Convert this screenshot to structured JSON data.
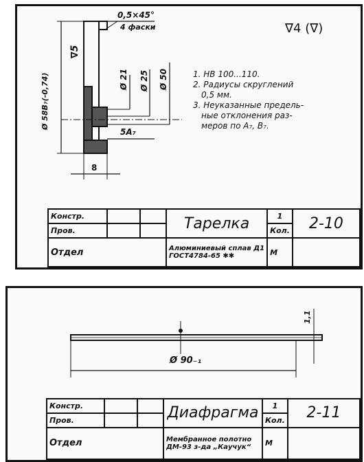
{
  "sheet1": {
    "surface_symbol": "∇4 (∇)",
    "chamfer": "0,5×45°",
    "chamfer_note": "4 фаски",
    "roughness_left": "∇5",
    "dim_main": "Ø 58B₇(-0,74)",
    "dim_21": "Ø 21",
    "dim_25": "Ø 25",
    "dim_50": "Ø 50",
    "dim_5a": "5A₇",
    "dim_8": "8",
    "notes": [
      "1. HB 100...110.",
      "2. Радиусы скруглений",
      "0,5 мм.",
      "3. Неуказанные предель-",
      "ные отклонения раз-",
      "меров по A₇, B₇."
    ],
    "title_block": {
      "konstr": "Констр.",
      "prov": "Пров.",
      "otdel": "Отдел",
      "name": "Тарелка",
      "qty": "1",
      "qty_label": "Кол.",
      "number": "2-10",
      "material_line1": "Алюминиевый сплав Д1",
      "material_line2": "ГОСТ4784-65 ✱✱",
      "mark": "М"
    }
  },
  "sheet2": {
    "dim_thickness": "1,1",
    "dim_diameter": "Ø 90₋₁",
    "title_block": {
      "konstr": "Констр.",
      "prov": "Пров.",
      "otdel": "Отдел",
      "name": "Диафрагма",
      "qty": "1",
      "qty_label": "Кол.",
      "number": "2-11",
      "material_line1": "Мембранное полотно",
      "material_line2": "ДМ-93 з-да „Каучук“",
      "mark": "М"
    }
  }
}
